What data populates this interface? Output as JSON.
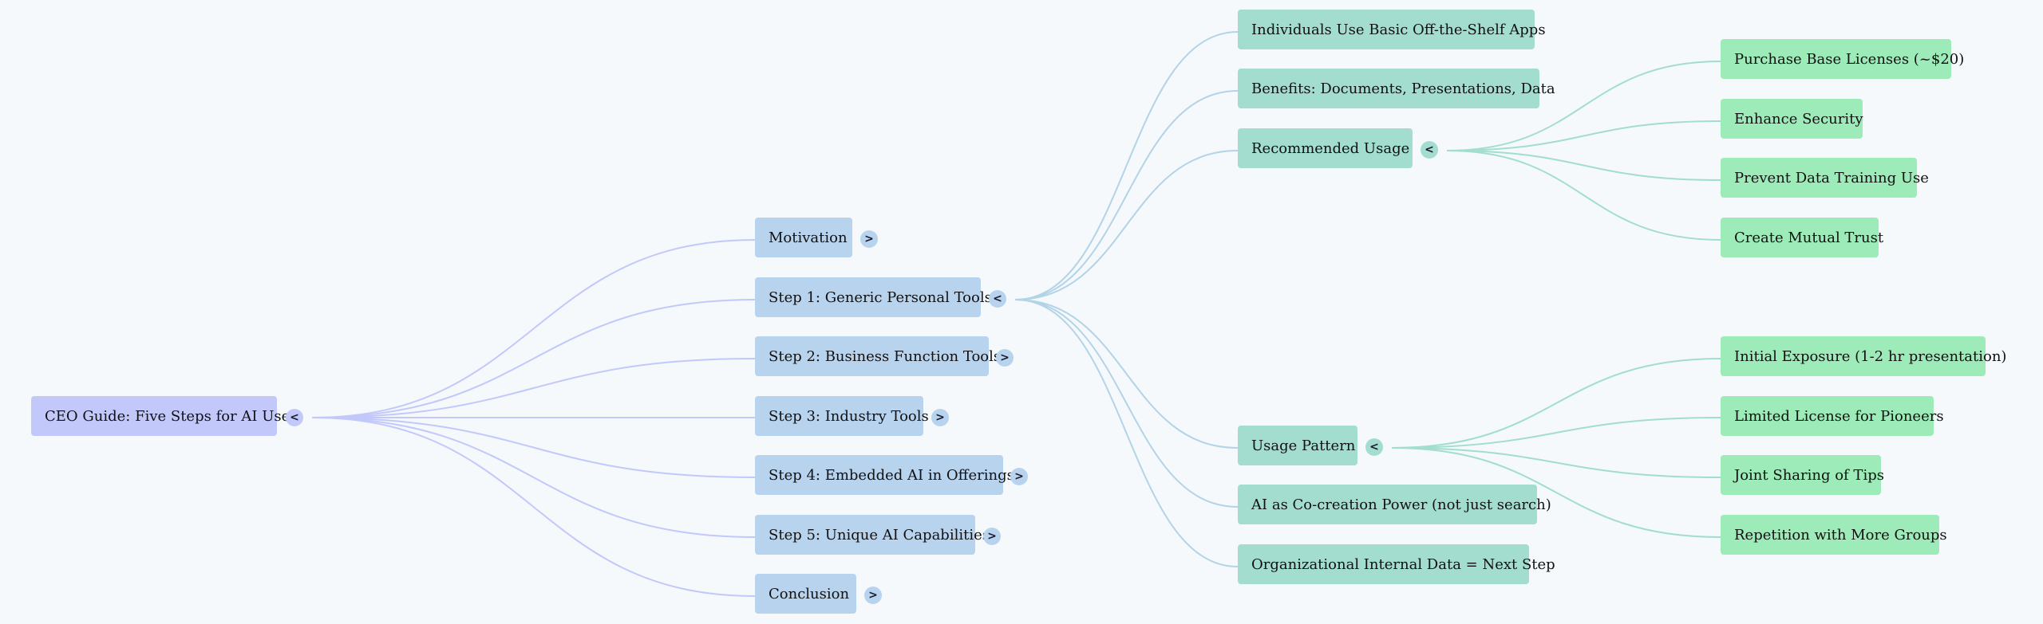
{
  "mindmap": {
    "root": {
      "label": "CEO Guide: Five Steps for AI Use",
      "toggle": "<"
    },
    "steps": [
      {
        "label": "Motivation",
        "toggle": ">"
      },
      {
        "label": "Step 1: Generic Personal Tools",
        "toggle": "<"
      },
      {
        "label": "Step 2: Business Function Tools",
        "toggle": ">"
      },
      {
        "label": "Step 3: Industry Tools",
        "toggle": ">"
      },
      {
        "label": "Step 4: Embedded AI in Offerings",
        "toggle": ">"
      },
      {
        "label": "Step 5: Unique AI Capabilities",
        "toggle": ">"
      },
      {
        "label": "Conclusion",
        "toggle": ">"
      }
    ],
    "step1_children": [
      {
        "label": "Individuals Use Basic Off-the-Shelf Apps"
      },
      {
        "label": "Benefits: Documents, Presentations, Data"
      },
      {
        "label": "Recommended Usage",
        "toggle": "<"
      },
      {
        "label": "Usage Pattern",
        "toggle": "<"
      },
      {
        "label": "AI as Co-creation Power (not just search)"
      },
      {
        "label": "Organizational Internal Data = Next Step"
      }
    ],
    "recommended_usage_children": [
      {
        "label": "Purchase Base Licenses (~$20)"
      },
      {
        "label": "Enhance Security"
      },
      {
        "label": "Prevent Data Training Use"
      },
      {
        "label": "Create Mutual Trust"
      }
    ],
    "usage_pattern_children": [
      {
        "label": "Initial Exposure (1-2 hr presentation)"
      },
      {
        "label": "Limited License for Pioneers"
      },
      {
        "label": "Joint Sharing of Tips"
      },
      {
        "label": "Repetition with More Groups"
      }
    ]
  },
  "colors": {
    "background": "#f5f9fc",
    "root": "#c3c8fb",
    "level1": "#b8d3ee",
    "level2": "#a2ddd0",
    "level3": "#9debb8",
    "link_root": "#c3c8fb",
    "link_level1": "#b3d3e6",
    "link_level2": "#a2ddd0"
  }
}
